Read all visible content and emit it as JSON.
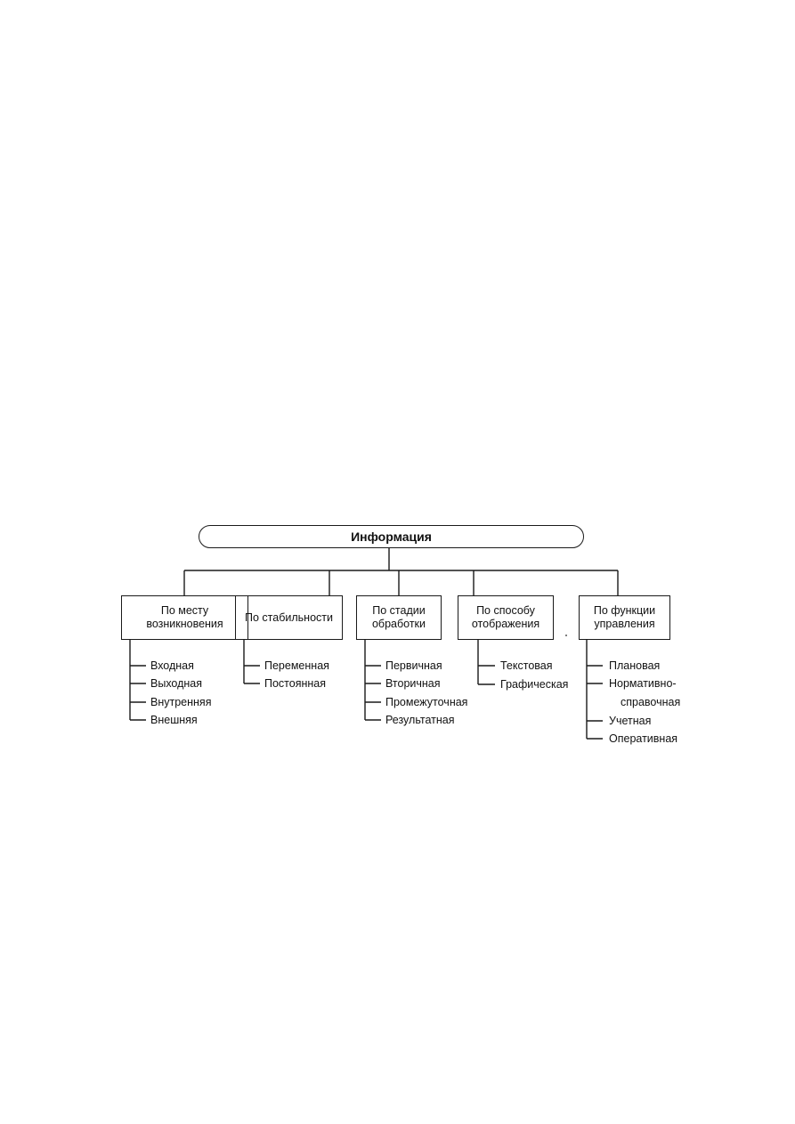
{
  "diagram": {
    "root": "Информация",
    "categories": [
      {
        "label": "По месту\nвозникновения",
        "items": [
          "Входная",
          "Выходная",
          "Внутренняя",
          "Внешняя"
        ]
      },
      {
        "label": "По  стабильности",
        "items": [
          "Переменная",
          "Постоянная"
        ]
      },
      {
        "label": "По стадии\nобработки",
        "items": [
          "Первичная",
          "Вторичная",
          "Промежуточная",
          "Результатная"
        ]
      },
      {
        "label": "По способу\nотображения",
        "items": [
          "Текстовая",
          "Графическая"
        ]
      },
      {
        "label": "По функции\nуправления",
        "items": [
          "Плановая",
          "Нормативно-",
          "справочная",
          "Учетная",
          "Оперативная"
        ]
      }
    ]
  }
}
